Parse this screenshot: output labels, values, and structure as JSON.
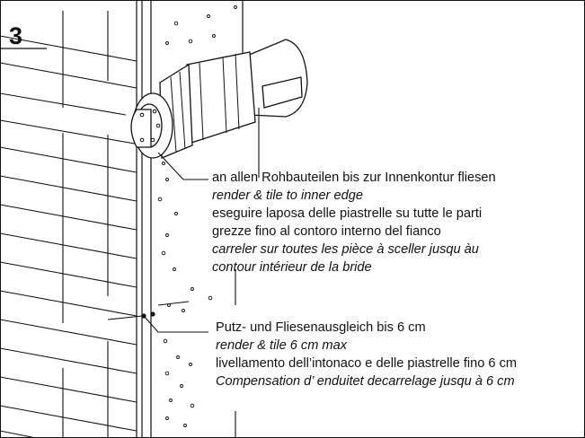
{
  "step_number": "3",
  "callout_1": {
    "lines": [
      "an allen Rohbauteilen bis zur Innenkontur fliesen",
      "render & tile to inner edge",
      "eseguire laposa delle piastrelle su tutte le parti",
      "grezze fino al contoro interno del fianco",
      "carreler sur toutes les pièce à sceller jusqu àu",
      "contour intérieur de la bride"
    ]
  },
  "callout_2": {
    "lines": [
      "Putz- und Fliesenausgleich bis 6 cm",
      "render & tile 6 cm max",
      "livellamento dell’intonaco e delle piastrelle fino 6 cm",
      "Compensation d’ enduitet decarrelage jusqu à 6 cm"
    ]
  }
}
